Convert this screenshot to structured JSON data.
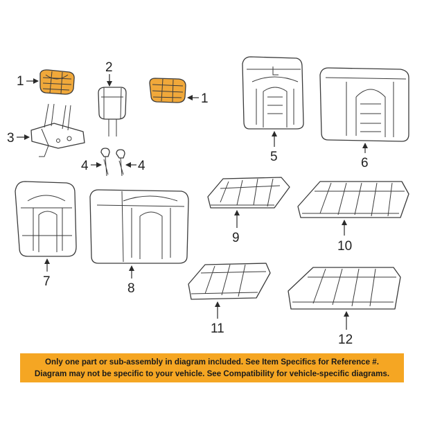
{
  "callouts": {
    "c1a": "1",
    "c1b": "1",
    "c2": "2",
    "c3": "3",
    "c4a": "4",
    "c4b": "4",
    "c5": "5",
    "c6": "6",
    "c7": "7",
    "c8": "8",
    "c9": "9",
    "c10": "10",
    "c11": "11",
    "c12": "12"
  },
  "colors": {
    "highlight": "#f0a83a",
    "notice_bg": "#f5a623"
  },
  "notice": {
    "line1": "Only one part or sub-assembly in diagram included. See Item Specifics for Reference #.",
    "line2": "Diagram may not be specific to your vehicle. See Compatibility for vehicle-specific diagrams."
  }
}
